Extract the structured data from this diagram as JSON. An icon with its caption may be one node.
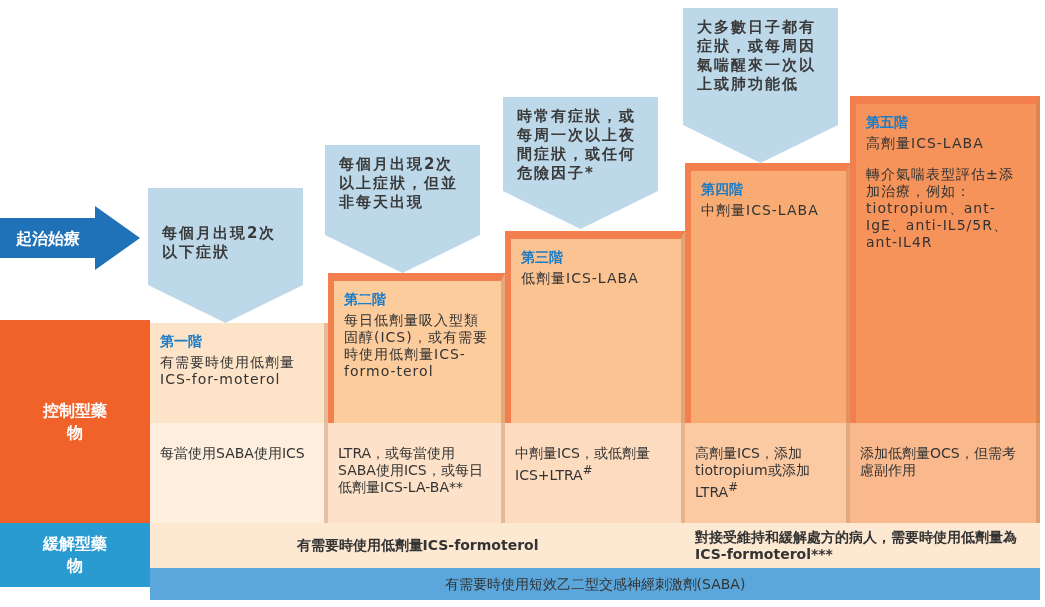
{
  "diagram": {
    "nodes": [
      {
        "text": [
          "起治始療"
        ]
      },
      {
        "text": [
          "每個月出現2次以下症狀"
        ]
      },
      {
        "text": [
          "每個月出現2次以上症狀，但並非每天出現"
        ]
      },
      {
        "text": [
          "時常有症狀，或每周一次以上夜間症狀，或任何危險因子*"
        ]
      },
      {
        "text": [
          "大多數日子都有症狀，或每周因氣喘醒來一次以上或肺功能低"
        ]
      },
      {
        "text": [
          "控制型藥物"
        ]
      },
      {
        "text": [
          "緩解型藥物"
        ]
      },
      {
        "text": [
          "第一階",
          "有需要時使用低劑量ICS-for-moterol"
        ]
      },
      {
        "text": [
          "第二階",
          "每日低劑量吸入型類固醇(ICS)，或有需要時使用低劑量ICS-formo-terol"
        ]
      },
      {
        "text": [
          "第三階",
          "低劑量ICS-LABA"
        ]
      },
      {
        "text": [
          "第四階",
          "中劑量ICS-LABA"
        ]
      },
      {
        "text": [
          "第五階",
          "高劑量ICS-LABA",
          "轉介氣喘表型評估±添加治療，例如：tiotropium、ant-IgE、anti-IL5/5R、ant-IL4R"
        ]
      },
      {
        "text": [
          "每當使用SABA使用ICS"
        ]
      },
      {
        "text": [
          "LTRA，或每當使用SABA使用ICS，或每日低劑量ICS-LA-BA**"
        ]
      },
      {
        "text": [
          "中劑量ICS，或低劑量ICS+LTRA$^{#}$"
        ]
      },
      {
        "text": [
          "高劑量ICS，添加tiotropium或添加LTRA$^{#}$"
        ]
      },
      {
        "text": [
          "添加低劑量OCS，但需考慮副作用"
        ]
      },
      {
        "text": [
          "有需要時使用低劑量ICS-formoterol"
        ]
      },
      {
        "text": [
          "對接受維持和緩解處方的病人，需要時使用低劑量為ICS-formoterol***"
        ]
      },
      {
        "text": [
          "有需要時使用短效乙二型交感神經刺激劑(SABA)"
        ]
      }
    ]
  }
}
